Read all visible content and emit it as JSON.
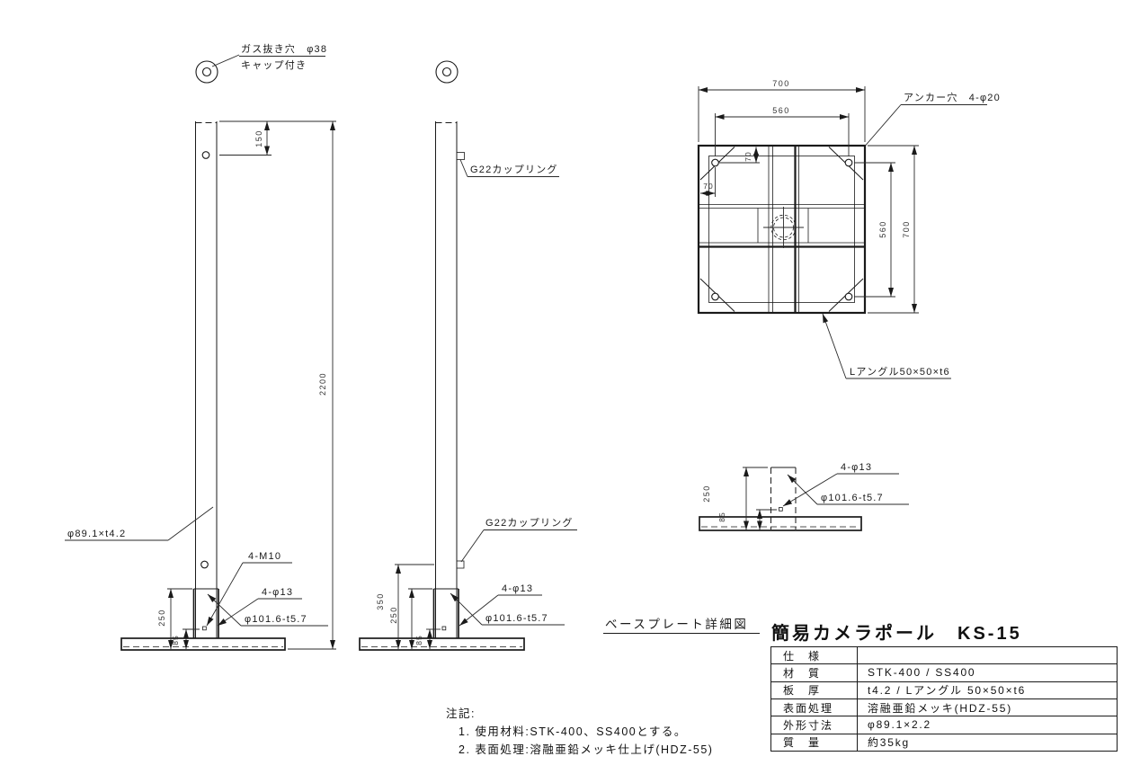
{
  "drawing": {
    "title": "簡易カメラポール　KS-15",
    "detail_caption": "ベースプレート詳細図"
  },
  "front_view": {
    "labels": {
      "gas_hole": "ガス抜き穴　φ38",
      "gas_hole_cap": "キャップ付き",
      "pole_size": "φ89.1×t4.2",
      "bolts": "4-M10",
      "holes": "4-φ13",
      "sleeve": "φ101.6-t5.7"
    },
    "dims": {
      "top_hole": "150",
      "height": "2200",
      "sleeve_h": "250",
      "hole_h": "85"
    }
  },
  "side_view": {
    "labels": {
      "coupling_top": "G22カップリング",
      "coupling_bottom": "G22カップリング",
      "holes": "4-φ13",
      "sleeve": "φ101.6-t5.7"
    },
    "dims": {
      "coupling_h": "350",
      "sleeve_h": "250",
      "hole_h": "85"
    }
  },
  "plan_view": {
    "labels": {
      "anchor": "アンカー穴　4-φ20",
      "l_angle": "Lアングル50×50×t6"
    },
    "dims": {
      "width": "700",
      "bolt_span": "560",
      "edge_x": "70",
      "edge_y": "70",
      "bolt_span_v": "560",
      "height_v": "700"
    }
  },
  "base_detail": {
    "labels": {
      "holes": "4-φ13",
      "sleeve": "φ101.6-t5.7"
    },
    "dims": {
      "sleeve_h": "250",
      "hole_h": "85"
    }
  },
  "spec_table": {
    "rows": [
      {
        "label": "仕　様",
        "value": ""
      },
      {
        "label": "材　質",
        "value": "STK-400 / SS400"
      },
      {
        "label": "板　厚",
        "value": "t4.2 / Lアングル 50×50×t6"
      },
      {
        "label": "表面処理",
        "value": "溶融亜鉛メッキ(HDZ-55)"
      },
      {
        "label": "外形寸法",
        "value": "φ89.1×2.2"
      },
      {
        "label": "質　量",
        "value": "約35kg"
      }
    ]
  },
  "notes": {
    "heading": "注記:",
    "items": [
      "1. 使用材料:STK-400、SS400とする。",
      "2. 表面処理:溶融亜鉛メッキ仕上げ(HDZ-55)"
    ]
  },
  "colors": {
    "line": "#1a1a1a",
    "background": "#ffffff"
  }
}
